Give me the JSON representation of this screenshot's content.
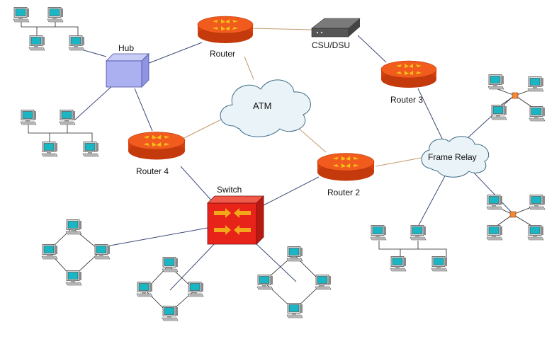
{
  "labels": {
    "hub": "Hub",
    "router": "Router",
    "csu_dsu": "CSU/DSU",
    "router3": "Router 3",
    "atm": "ATM",
    "router4": "Router 4",
    "frame_relay": "Frame Relay",
    "switch": "Switch",
    "router2": "Router 2"
  },
  "icons": {
    "pc": "desktop-computer-icon",
    "hub": "hub-cube-icon",
    "router": "router-disc-icon",
    "switch": "switch-box-icon",
    "cloud": "network-cloud-icon",
    "csu_dsu": "csu-dsu-modem-icon"
  },
  "colors": {
    "router_fill": "#e64a12",
    "router_arrows": "#f2c21a",
    "switch_fill": "#e8231a",
    "switch_arrows": "#f2a81a",
    "hub_fill": "#aab0f0",
    "cloud_fill": "#e9f3f8",
    "cloud_stroke": "#3f6d87",
    "csu_fill": "#555555",
    "link_tan": "#c49a6c",
    "link_navy": "#3c4a78",
    "pc_screen": "#1bb6c4"
  }
}
